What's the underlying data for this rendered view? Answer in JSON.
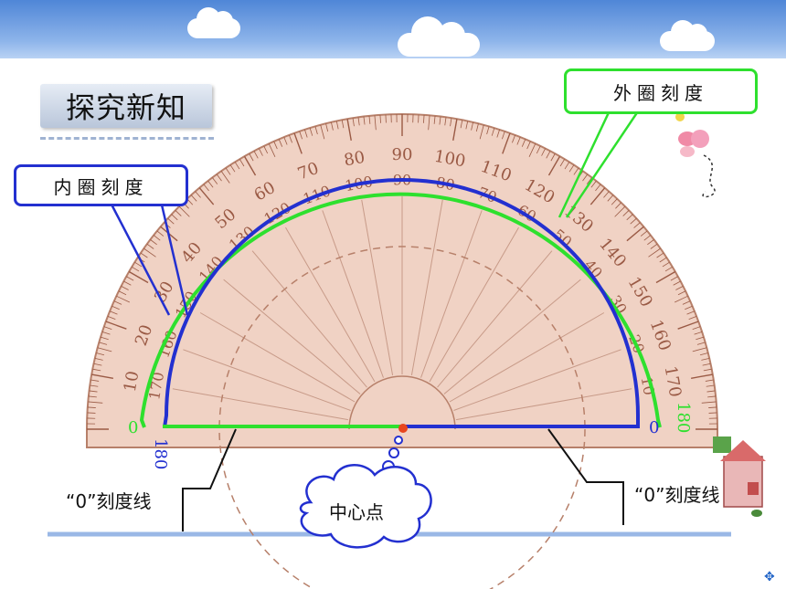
{
  "slide": {
    "title": "探究新知",
    "inner_scale_label": "内圈刻度",
    "outer_scale_label": "外圈刻度",
    "zero_line_label_left": "“0”刻度线",
    "zero_line_label_right": "“0”刻度线",
    "center_point_label": "中心点"
  },
  "colors": {
    "outer_scale": "#2ee02e",
    "inner_scale": "#2330d0",
    "protractor_body": "#f0d2c4",
    "protractor_ink": "#9a5a45",
    "center_dot": "#e8461e",
    "header": "#5b8fdc"
  },
  "protractor": {
    "outer_numbers": [
      "0",
      "10",
      "20",
      "30",
      "40",
      "50",
      "60",
      "70",
      "80",
      "90",
      "100",
      "110",
      "120",
      "130",
      "140",
      "150",
      "160",
      "170",
      "180"
    ],
    "inner_numbers": [
      "180",
      "170",
      "160",
      "150",
      "140",
      "130",
      "120",
      "110",
      "100",
      "90",
      "80",
      "70",
      "60",
      "50",
      "40",
      "30",
      "20",
      "10",
      "0"
    ],
    "outer_end_left": "0",
    "outer_end_right": "180",
    "inner_end_left": "180",
    "inner_end_right": "0"
  },
  "icons": {
    "nav": "move-arrows-icon",
    "butterfly": "butterfly-icon",
    "house": "house-icon"
  }
}
